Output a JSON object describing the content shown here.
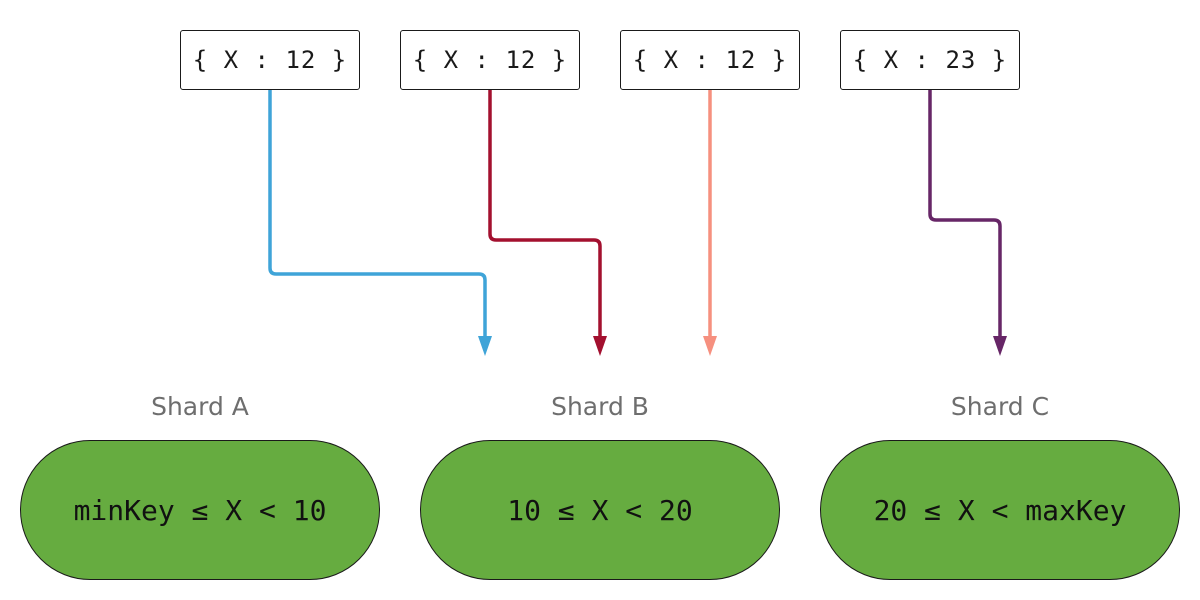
{
  "documents": [
    {
      "text": "{ X : 12 }",
      "target": "Shard B",
      "color": "#3fa4d8"
    },
    {
      "text": "{ X : 12 }",
      "target": "Shard B",
      "color": "#a3102f"
    },
    {
      "text": "{ X : 12 }",
      "target": "Shard B",
      "color": "#f6907f"
    },
    {
      "text": "{ X : 23 }",
      "target": "Shard C",
      "color": "#672667"
    }
  ],
  "shards": [
    {
      "name": "Shard A",
      "range": "minKey ≤ X < 10",
      "color": "#66ac40"
    },
    {
      "name": "Shard B",
      "range": "10 ≤ X < 20",
      "color": "#66ac40"
    },
    {
      "name": "Shard C",
      "range": "20 ≤ X < maxKey",
      "color": "#66ac40"
    }
  ]
}
